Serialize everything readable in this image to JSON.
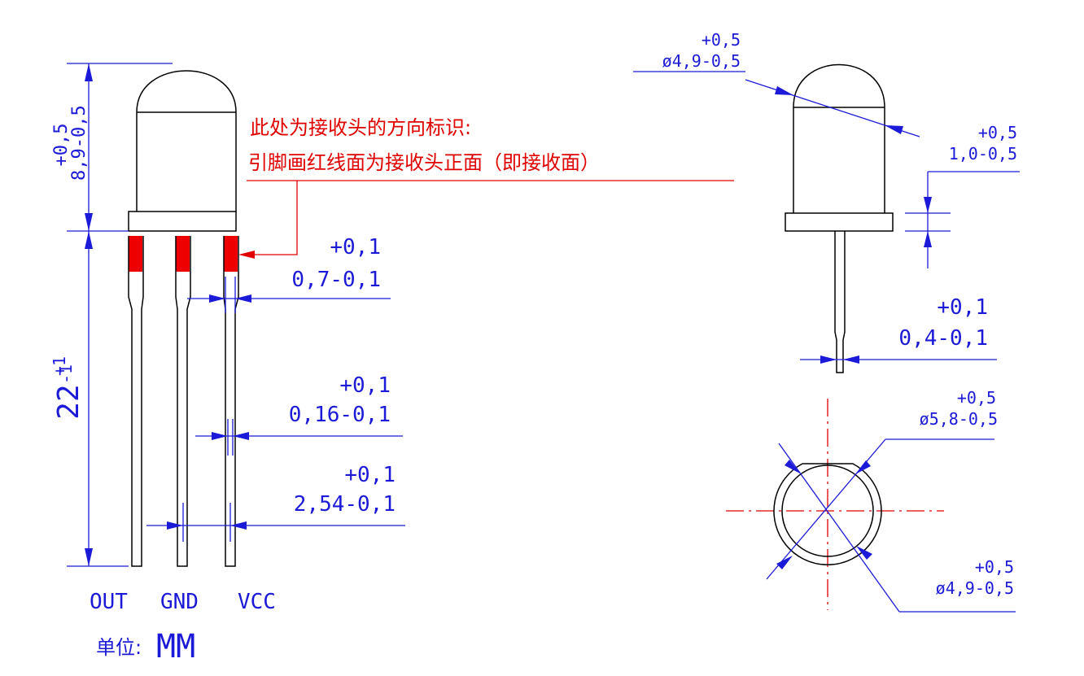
{
  "note": {
    "line1": "此处为接收头的方向标识:",
    "line2": "引脚画红线面为接收头正面（即接收面）"
  },
  "pins": {
    "out": "OUT",
    "gnd": "GND",
    "vcc": "VCC"
  },
  "unit": {
    "label": "单位:",
    "value": "MM"
  },
  "front": {
    "height": {
      "tol": "+0,5",
      "main": "8,9-0,5"
    },
    "lead_length": {
      "tol": "+1",
      "main": "22",
      "tol2": "-1"
    },
    "lead_width": {
      "tol": "+0,1",
      "main": "0,7-0,1"
    },
    "lead_thickness": {
      "tol": "+0,1",
      "main": "0,16-0,1"
    },
    "pitch": {
      "tol": "+0,1",
      "main": "2,54-0,1"
    }
  },
  "side": {
    "dome_dia": {
      "tol": "+0,5",
      "main": "ø4,9-0,5"
    },
    "flange": {
      "tol": "+0,5",
      "main": "1,0-0,5"
    },
    "lead": {
      "tol": "+0,1",
      "main": "0,4-0,1"
    }
  },
  "top": {
    "outer_dia": {
      "tol": "+0,5",
      "main": "ø5,8-0,5"
    },
    "inner_dia": {
      "tol": "+0,5",
      "main": "ø4,9-0,5"
    }
  },
  "colors": {
    "dimension": "#1a1ad8",
    "marker": "#e00000",
    "outline": "#000000"
  }
}
